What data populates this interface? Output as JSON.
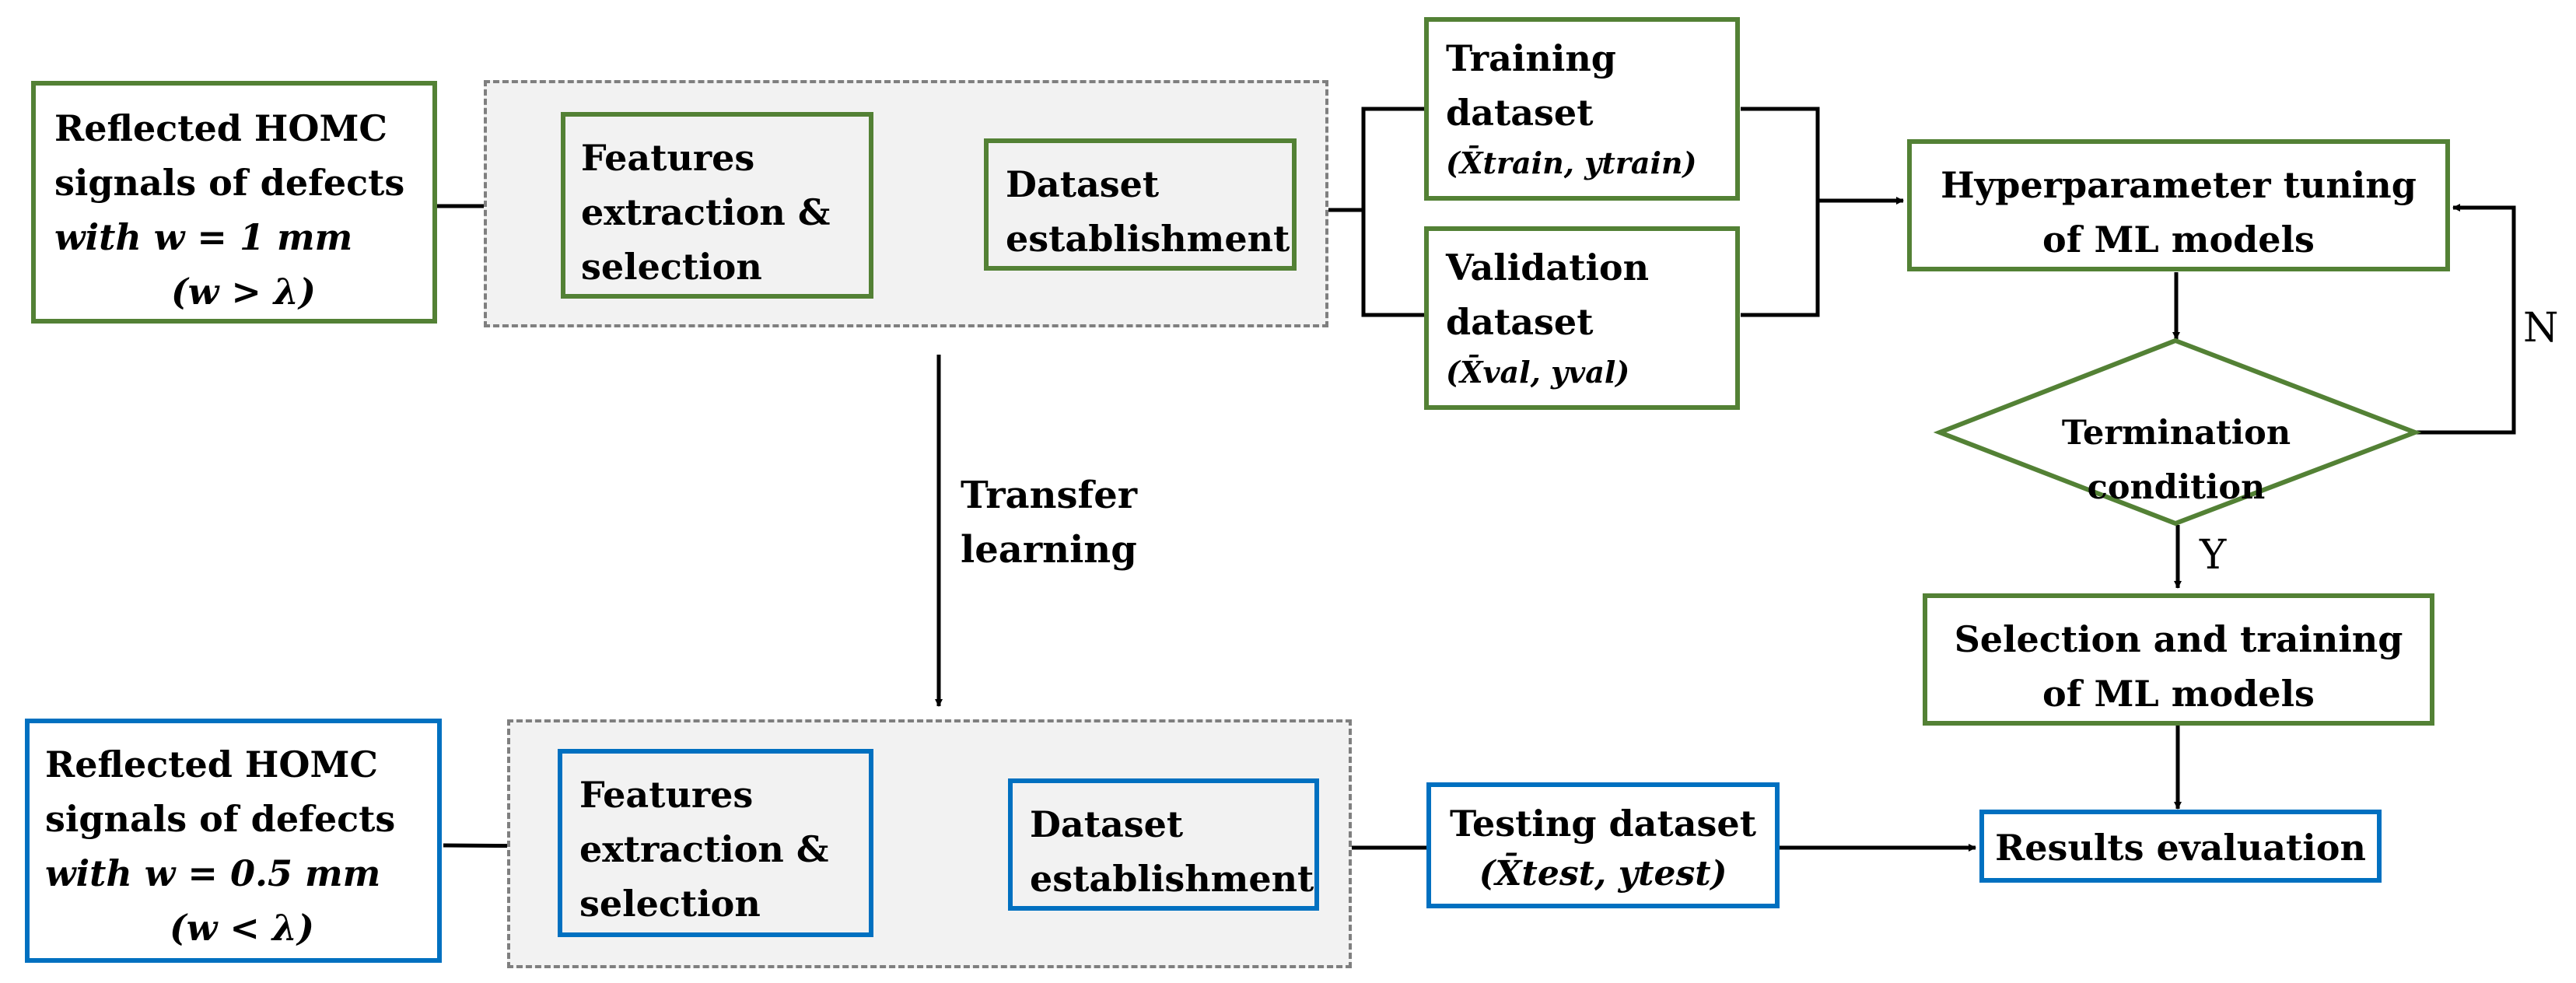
{
  "top": {
    "input": [
      "Reflected HOMC",
      "signals of defects",
      "with w = 1 mm",
      "(w > λ)"
    ],
    "features": [
      "Features",
      "extraction &",
      "selection"
    ],
    "dataset": [
      "Dataset",
      "establishment"
    ],
    "training": [
      "Training",
      "dataset",
      "(X̄train, ytrain)"
    ],
    "validation": [
      "Validation",
      "dataset",
      "(X̄val, yval)"
    ]
  },
  "transfer": [
    "Transfer",
    "learning"
  ],
  "bottom": {
    "input": [
      "Reflected HOMC",
      "signals of defects",
      "with w = 0.5 mm",
      "(w < λ)"
    ],
    "features": [
      "Features",
      "extraction &",
      "selection"
    ],
    "dataset": [
      "Dataset",
      "establishment"
    ],
    "testing": [
      "Testing dataset",
      "(X̄test, ytest)"
    ]
  },
  "right": {
    "tuning": [
      "Hyperparameter tuning",
      "of ML models"
    ],
    "termination": "Termination condition",
    "no_label": "N",
    "yes_label": "Y",
    "selection": [
      "Selection and training",
      "of ML models"
    ],
    "results": "Results evaluation"
  },
  "colors": {
    "green": "#538135",
    "blue": "#0070c0",
    "group_fill": "#f2f2f2",
    "group_border": "#7f7f7f"
  }
}
